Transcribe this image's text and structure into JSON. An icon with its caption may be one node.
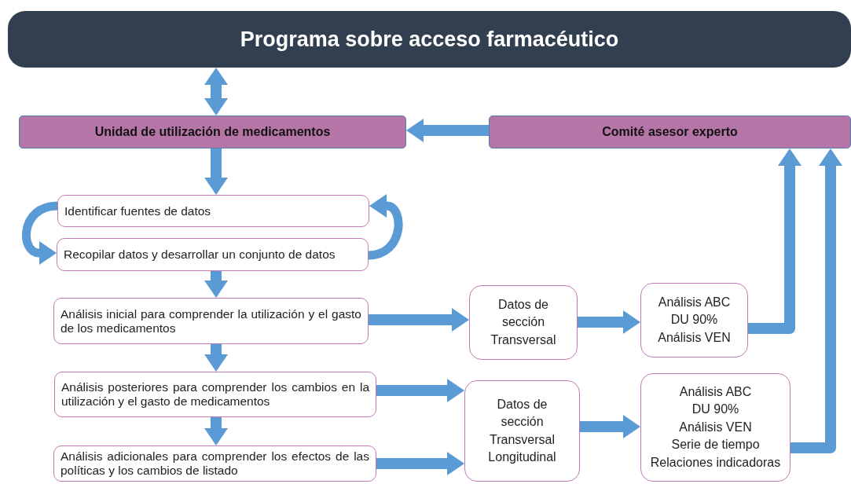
{
  "diagram": {
    "nodes": [
      {
        "text": [
          "Programa sobre acceso farmacéutico"
        ]
      },
      {
        "text": [
          "Unidad de utilización de medicamentos"
        ]
      },
      {
        "text": [
          "Comité asesor experto"
        ]
      },
      {
        "text": [
          "Identificar fuentes de datos"
        ]
      },
      {
        "text": [
          "Recopilar datos y desarrollar un conjunto de datos"
        ]
      },
      {
        "text": [
          "Análisis inicial para comprender la utilización y el gasto de los medicamentos"
        ]
      },
      {
        "text": [
          "Análisis posteriores para comprender los cambios en la utilización y el gasto de medicamentos"
        ]
      },
      {
        "text": [
          "Análisis adicionales para comprender los efectos de las políticas y los cambios de listado"
        ]
      },
      {
        "text": [
          "Datos de sección",
          "Transversal"
        ]
      },
      {
        "text": [
          "Análisis ABC",
          "DU 90%",
          "Análisis VEN"
        ]
      },
      {
        "text": [
          "Datos de sección",
          "Transversal",
          "Longitudinal"
        ]
      },
      {
        "text": [
          "Análisis ABC",
          "DU 90%",
          "Análisis VEN",
          "Serie de tiempo",
          "Relaciones indicadoras"
        ]
      }
    ],
    "edges": [
      {
        "from": 0,
        "to": 1,
        "arrow": "both"
      },
      {
        "from": 2,
        "to": 1,
        "arrow": "to"
      },
      {
        "from": 1,
        "to": 3,
        "arrow": "to"
      },
      {
        "from": 3,
        "to": 4,
        "arrow": "to"
      },
      {
        "from": 4,
        "to": 3,
        "arrow": "to"
      },
      {
        "from": 4,
        "to": 5,
        "arrow": "to"
      },
      {
        "from": 5,
        "to": 6,
        "arrow": "to"
      },
      {
        "from": 6,
        "to": 7,
        "arrow": "to"
      },
      {
        "from": 5,
        "to": 8,
        "arrow": "to"
      },
      {
        "from": 6,
        "to": 10,
        "arrow": "to"
      },
      {
        "from": 7,
        "to": 10,
        "arrow": "to"
      },
      {
        "from": 8,
        "to": 9,
        "arrow": "to"
      },
      {
        "from": 10,
        "to": 11,
        "arrow": "to"
      },
      {
        "from": 9,
        "to": 2,
        "arrow": "to"
      },
      {
        "from": 11,
        "to": 2,
        "arrow": "to"
      }
    ]
  }
}
